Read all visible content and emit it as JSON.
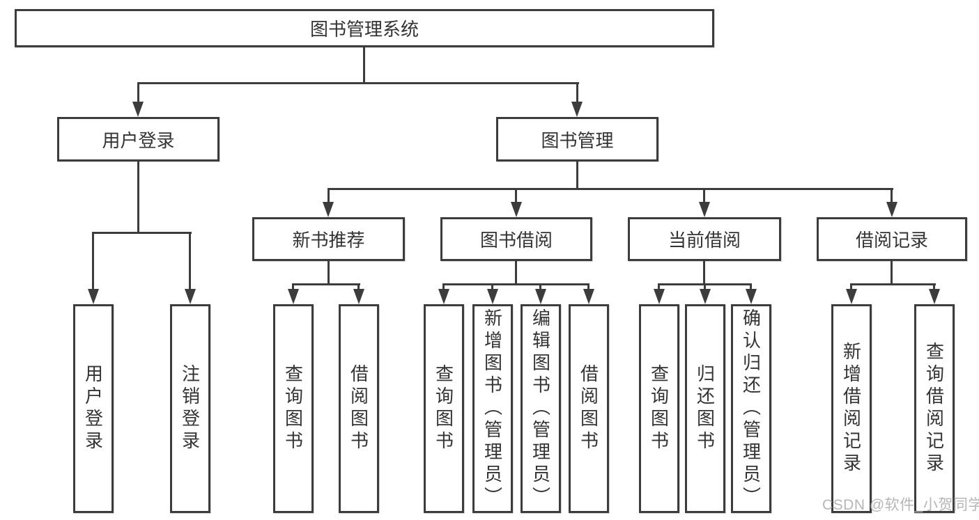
{
  "diagram": {
    "root": "图书管理系统",
    "level2": [
      "用户登录",
      "图书管理"
    ],
    "level3": [
      "新书推荐",
      "图书借阅",
      "当前借阅",
      "借阅记录"
    ],
    "leaves": {
      "user_login": [
        "用户登录",
        "注销登录"
      ],
      "new_book": [
        "查询图书",
        "借阅图书"
      ],
      "book_borrow": [
        "查询图书",
        "新增图书（管理员）",
        "编辑图书（管理员）",
        "借阅图书"
      ],
      "current_borrow": [
        "查询图书",
        "归还图书",
        "确认归还（管理员）"
      ],
      "borrow_record": [
        "新增借阅记录",
        "查询借阅记录"
      ]
    }
  },
  "watermark": {
    "text": "CSDN @软件_小贺同学"
  },
  "colors": {
    "line": "#3c3c3c",
    "text": "#333333",
    "watermark": "#b6b6b6",
    "background": "#ffffff"
  }
}
